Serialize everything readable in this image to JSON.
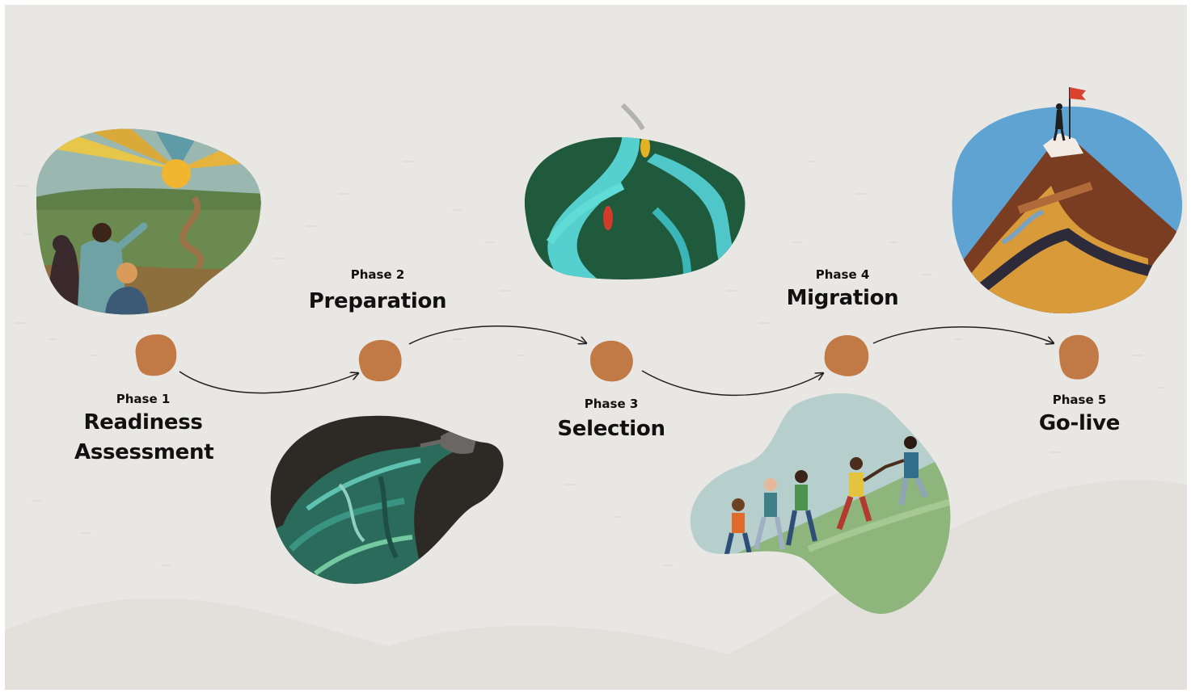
{
  "phases": [
    {
      "phase": "Phase 1",
      "title_line1": "Readiness",
      "title_line2": "Assessment"
    },
    {
      "phase": "Phase 2",
      "title_line1": "Preparation"
    },
    {
      "phase": "Phase 3",
      "title_line1": "Selection"
    },
    {
      "phase": "Phase 4",
      "title_line1": "Migration"
    },
    {
      "phase": "Phase 5",
      "title_line1": "Go-live"
    }
  ],
  "colors": {
    "background": "#e9e7e4",
    "node": "#c17a45",
    "arrow": "#1f1f1f"
  }
}
